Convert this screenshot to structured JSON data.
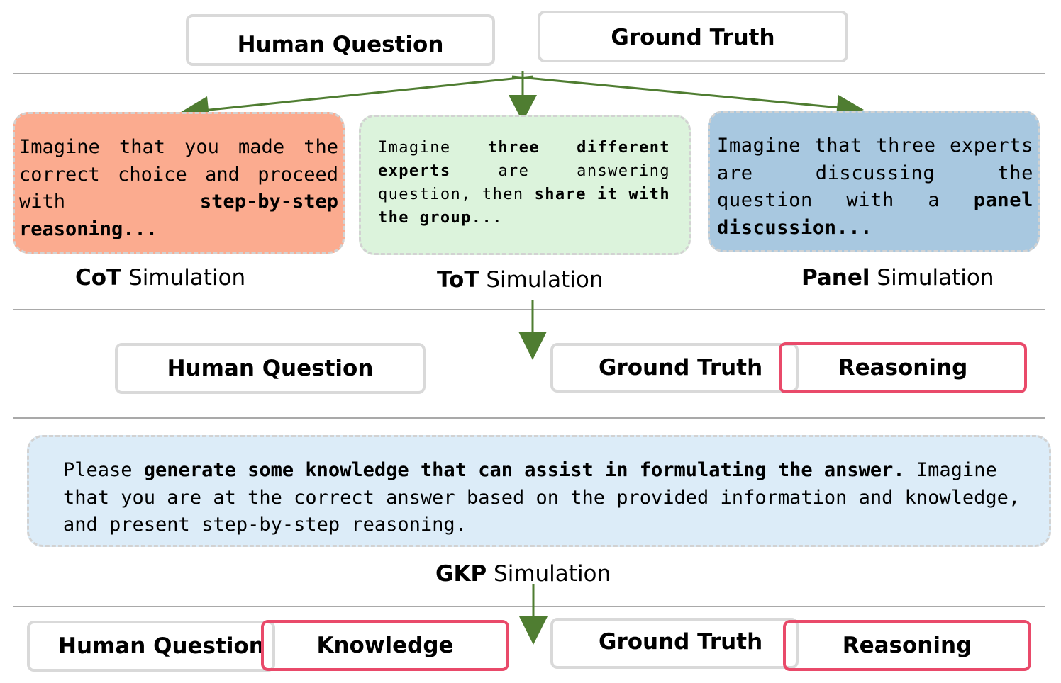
{
  "top": {
    "human_question": "Human Question",
    "ground_truth": "Ground Truth"
  },
  "simulations": {
    "cot": {
      "prompt_pre": "Imagine that you made the correct choice and proceed with ",
      "prompt_bold": "step-by-step reasoning...",
      "label_bold": "CoT",
      "label_rest": " Simulation",
      "color": "#fbab8f"
    },
    "tot": {
      "prompt_1": "Imagine ",
      "prompt_2": "three different experts",
      "prompt_3": " are answering question, then ",
      "prompt_4": "share it with the group...",
      "label_bold": "ToT",
      "label_rest": " Simulation",
      "color": "#dcf3dc"
    },
    "panel": {
      "prompt_pre": "Imagine that three experts are discussing the question with a ",
      "prompt_bold": "panel discussion...",
      "label_bold": "Panel",
      "label_rest": " Simulation",
      "color": "#a8c8e0"
    }
  },
  "middle": {
    "human_question": "Human Question",
    "ground_truth": "Ground Truth",
    "reasoning": "Reasoning"
  },
  "gkp": {
    "prompt_pre": "Please ",
    "prompt_bold": "generate some knowledge that can assist in formulating the answer.",
    "prompt_rest": " Imagine that you are at the correct answer based on the provided information and knowledge, and present step-by-step reasoning.",
    "label_bold": "GKP",
    "label_rest": " Simulation",
    "color": "#dcecf8"
  },
  "bottom": {
    "human_question": "Human Question",
    "knowledge": "Knowledge",
    "ground_truth": "Ground Truth",
    "reasoning": "Reasoning"
  },
  "colors": {
    "arrow": "#4f7d31",
    "highlight_border": "#e94a6a",
    "box_border": "#d9d9d9",
    "divider": "#a9a9a9"
  }
}
